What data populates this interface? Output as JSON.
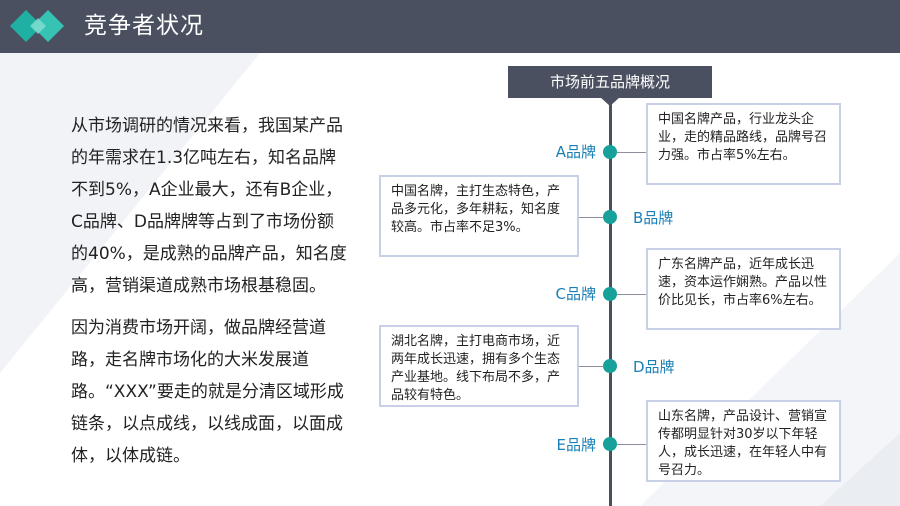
{
  "header": {
    "title": "竞争者状况"
  },
  "intro": {
    "p1": "从市场调研的情况来看，我国某产品的年需求在1.3亿吨左右，知名品牌不到5%，A企业最大，还有B企业，C品牌、D品牌牌等占到了市场份额的40%，是成熟的品牌产品，知名度高，营销渠道成熟市场根基稳固。",
    "p2": "因为消费市场开阔，做品牌经营道路，走名牌市场化的大米发展道路。“XXX”要走的就是分清区域形成链条，以点成线，以线成面，以面成体，以体成链。"
  },
  "timeline": {
    "title": "市场前五品牌概况",
    "items": [
      {
        "label": "A品牌",
        "desc": "中国名牌产品，行业龙头企业，走的精品路线，品牌号召力强。市占率5%左右。"
      },
      {
        "label": "B品牌",
        "desc": "中国名牌，主打生态特色，产品多元化，多年耕耘，知名度较高。市占率不足3%。"
      },
      {
        "label": "C品牌",
        "desc": "广东名牌产品，近年成长迅速，资本运作娴熟。产品以性价比见长，市占率6%左右。"
      },
      {
        "label": "D品牌",
        "desc": "湖北名牌，主打电商市场，近两年成长迅速，拥有多个生态产业基地。线下布局不多，产品较有特色。"
      },
      {
        "label": "E品牌",
        "desc": "山东名牌，产品设计、营销宣传都明显针对30岁以下年轻人，成长迅速，在年轻人中有号召力。"
      }
    ]
  },
  "colors": {
    "header_bg": "#4a5060",
    "accent": "#16a19b",
    "brand_text": "#1a7fb6",
    "box_border": "#c7d0e6"
  }
}
